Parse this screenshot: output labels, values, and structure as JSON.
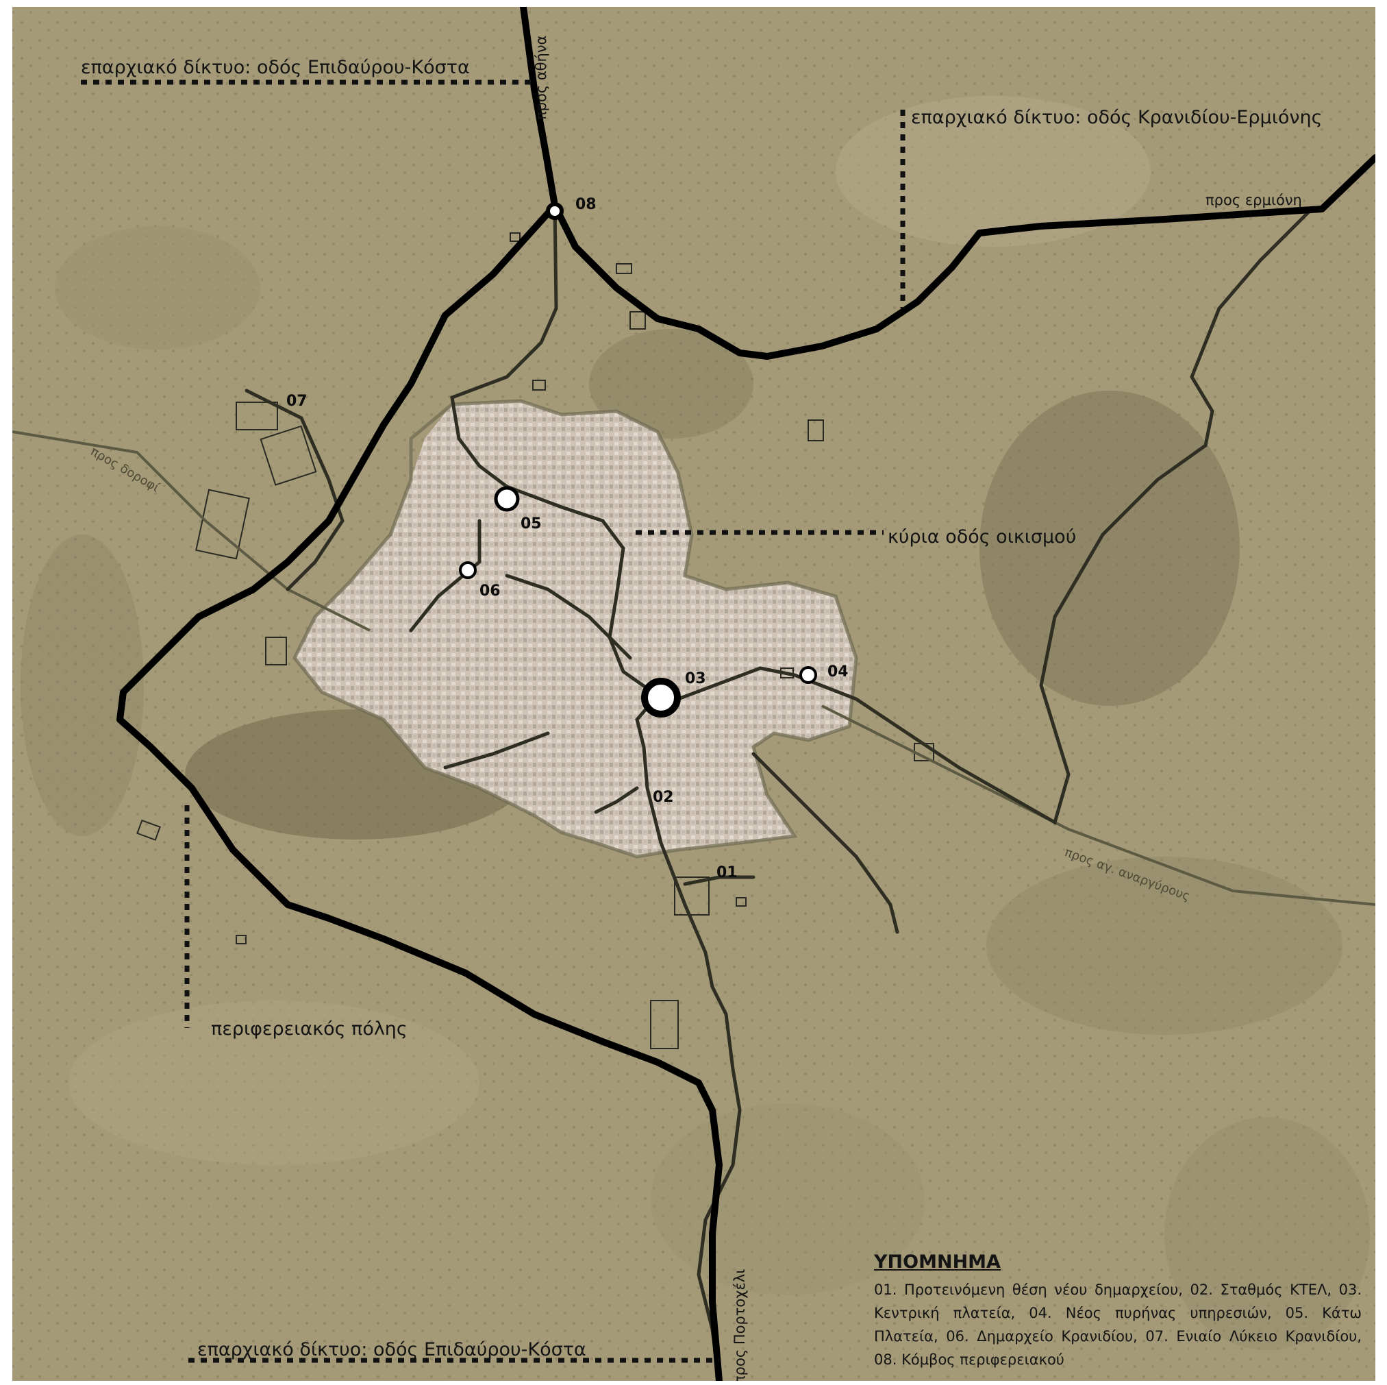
{
  "map": {
    "title": "",
    "colors": {
      "terrain": "#a49a78",
      "terrain_light": "#b9b08d",
      "terrain_dark": "#7d7658",
      "settlement": "#d2c8bc",
      "main_road": "#000000",
      "secondary_road": "#2e2e22",
      "faint_road": "#5c5a42",
      "dotted_leader": "#111111",
      "marker_fill": "#ffffff"
    },
    "labels": {
      "provincial_north": "επαρχιακό δίκτυο: οδός Επιδαύρου-Κόστα",
      "to_athens": "προς αθήνα",
      "provincial_east": "επαρχιακό δίκτυο: οδός Κρανιδίου-Ερμιόνης",
      "to_ermioni": "προς ερμιόνη",
      "to_dorofi": "προς δοροφί",
      "main_street": "κύρια οδός οικισμού",
      "to_ag_anargyrous": "προς αγ. αναργύρους",
      "ring_road": "περιφερειακός πόλης",
      "provincial_south": "επαρχιακό δίκτυο: οδός Επιδαύρου-Κόστα",
      "to_portocheli": "προς Πορτοχέλι"
    },
    "points": [
      {
        "id": "01"
      },
      {
        "id": "02"
      },
      {
        "id": "03"
      },
      {
        "id": "04"
      },
      {
        "id": "05"
      },
      {
        "id": "06"
      },
      {
        "id": "07"
      },
      {
        "id": "08"
      }
    ],
    "legend": {
      "title": "ΥΠΟΜΝΗΜΑ",
      "text": "01. Προτεινόμενη θέση νέου δημαρχείου, 02. Σταθμός ΚΤΕΛ, 03. Κεντρική πλατεία, 04. Νέος πυρήνας υπηρεσιών, 05. Κάτω Πλατεία, 06. Δημαρχείο Κρανιδίου, 07. Ενιαίο Λύκειο Κρανιδίου, 08. Κόμβος περιφερειακού"
    }
  }
}
